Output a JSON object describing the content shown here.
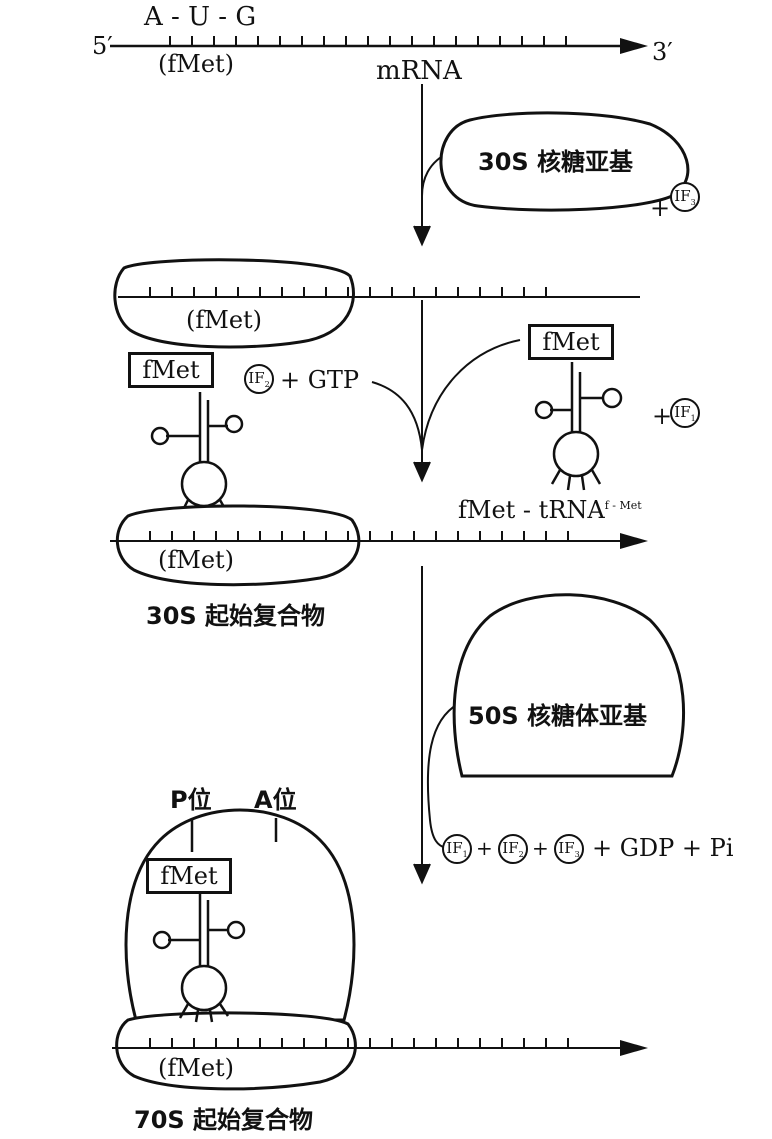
{
  "mrna": {
    "codon": "A - U - G",
    "five_prime": "5′",
    "three_prime": "3′",
    "fmet_under": "(fMet)",
    "label": "mRNA"
  },
  "subunit30": {
    "label": "30S 核糖亚基"
  },
  "if_factors": {
    "if1": "IF",
    "if1_sub": "1",
    "if2": "IF",
    "if2_sub": "2",
    "if3": "IF",
    "if3_sub": "3"
  },
  "plus": "+",
  "step2": {
    "gtp": "+ GTP",
    "fmet_box": "fMet",
    "trna_label": "fMet - tRNA",
    "trna_sup": "f - Met",
    "complex_fmet": "(fMet)"
  },
  "complex30": {
    "label": "30S 起始复合物"
  },
  "subunit50": {
    "label": "50S 核糖体亚基"
  },
  "release": {
    "tail": "+ GDP + Pi"
  },
  "complex70": {
    "p_site": "P位",
    "a_site": "A位",
    "fmet_box": "fMet",
    "fmet_under": "(fMet)",
    "label": "70S 起始复合物"
  }
}
